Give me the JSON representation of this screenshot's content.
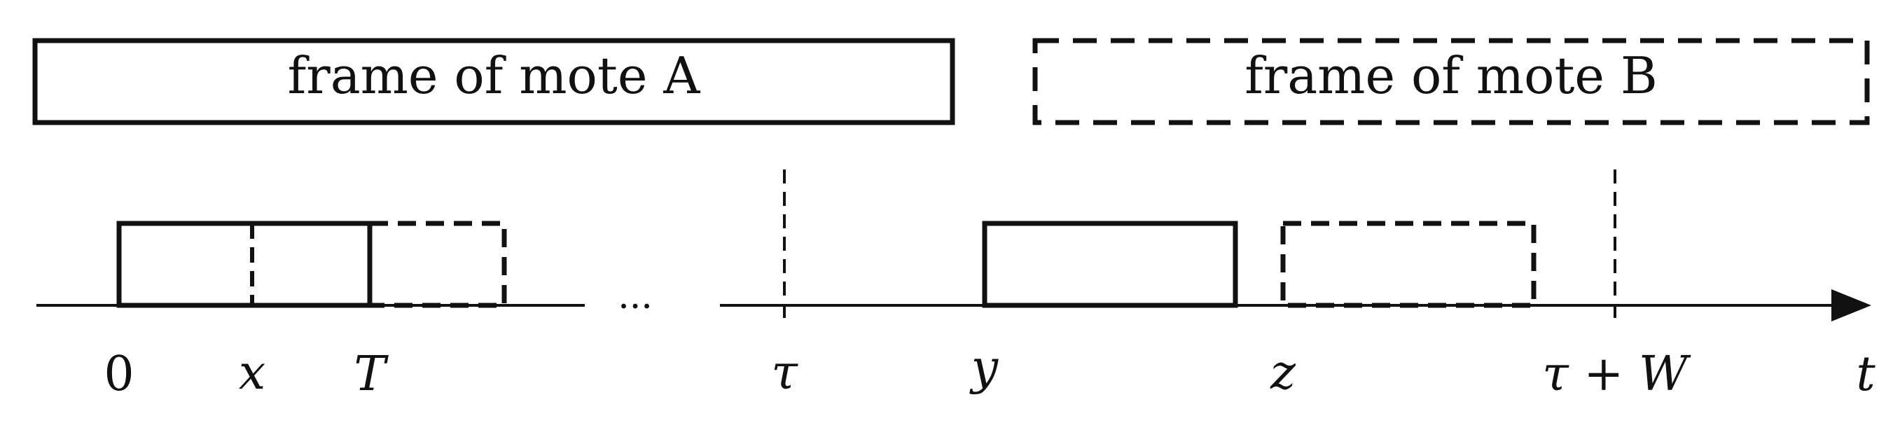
{
  "frames": {
    "mote_a": "frame of mote A",
    "mote_b": "frame of mote B"
  },
  "axis": {
    "ellipsis": "...",
    "labels": {
      "zero": "0",
      "x": "x",
      "T": "T",
      "tau": "τ",
      "y": "y",
      "z": "z",
      "tau_plus_w": "τ + W",
      "t": "t"
    }
  },
  "colors": {
    "stroke": "#111111",
    "background": "#ffffff"
  }
}
